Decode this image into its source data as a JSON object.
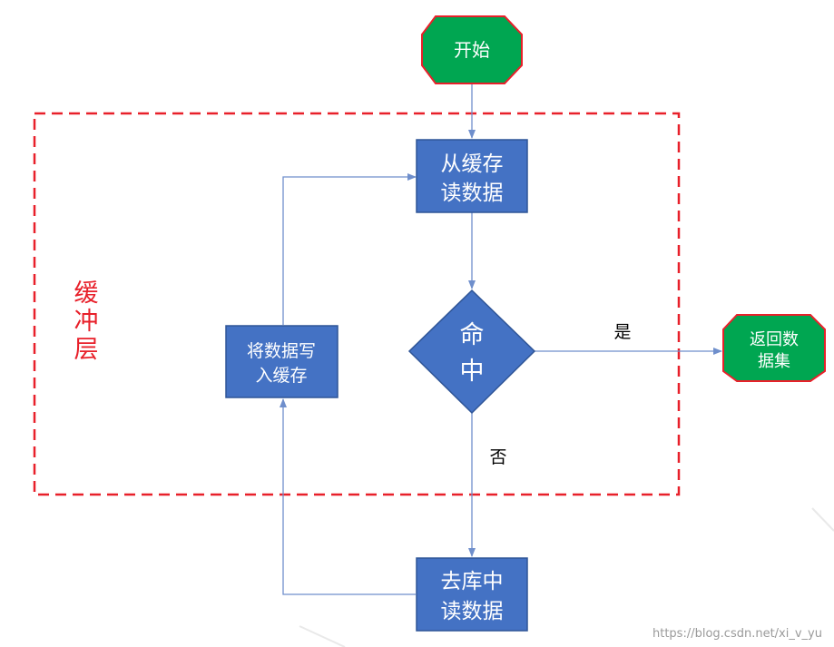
{
  "colors": {
    "process_fill": "#4472c4",
    "process_stroke": "#2f5597",
    "terminal_fill": "#00a651",
    "terminal_stroke": "#e8202a",
    "arrow": "#6f8fcc",
    "region_border": "#e8202a",
    "region_label": "#e8202a",
    "edge_label": "#000000",
    "node_text": "#ffffff",
    "watermark": "#9a9a9a"
  },
  "nodes": {
    "start": {
      "text": "开始",
      "shape": "octagon"
    },
    "read_cache": {
      "line1": "从缓存",
      "line2": "读数据",
      "shape": "rectangle"
    },
    "hit": {
      "line1": "命",
      "line2": "中",
      "shape": "diamond"
    },
    "return_data": {
      "line1": "返回数",
      "line2": "据集",
      "shape": "octagon"
    },
    "write_cache": {
      "line1": "将数据写",
      "line2": "入缓存",
      "shape": "rectangle"
    },
    "read_db": {
      "line1": "去库中",
      "line2": "读数据",
      "shape": "rectangle"
    }
  },
  "edges": {
    "yes_label": "是",
    "no_label": "否"
  },
  "region": {
    "label_chars": [
      "缓",
      "冲",
      "层"
    ],
    "border_style": "dashed"
  },
  "watermark": "https://blog.csdn.net/xi_v_yu"
}
